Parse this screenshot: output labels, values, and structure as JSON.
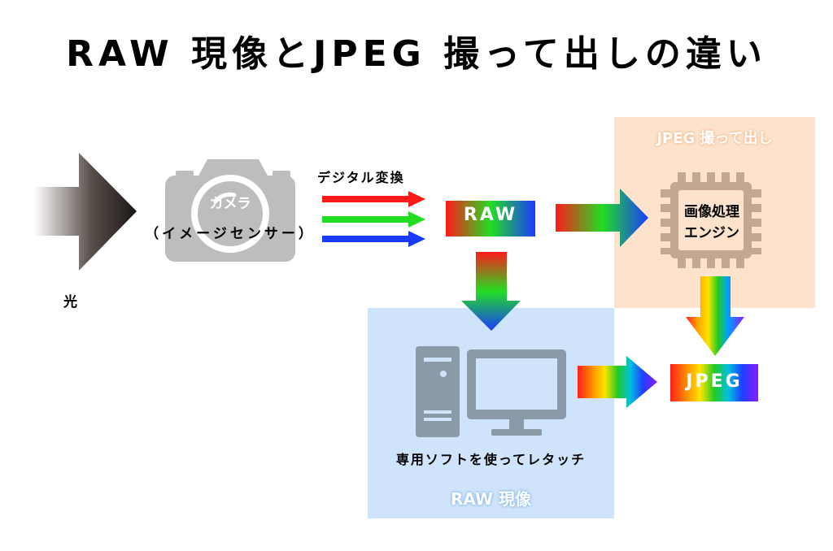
{
  "title": "RAW 現像とJPEG 撮って出しの違い",
  "light": {
    "label": "光"
  },
  "camera": {
    "label_line1": "カメラ",
    "label_line2": "（イメージセンサー）",
    "icon": "camera-icon"
  },
  "conversion": {
    "label": "デジタル変換"
  },
  "raw_chip": {
    "label": "RAW"
  },
  "jpeg_panel": {
    "title": "JPEG 撮って出し",
    "color": "#fde3cc"
  },
  "engine": {
    "label_line1": "画像処理",
    "label_line2": "エンジン",
    "icon": "cpu-chip-icon"
  },
  "raw_panel": {
    "title": "RAW 現像",
    "color": "#cfe3fb"
  },
  "software": {
    "label": "専用ソフトを使ってレタッチ",
    "icon": "desktop-computer-icon"
  },
  "jpeg_chip": {
    "label": "JPEG"
  }
}
